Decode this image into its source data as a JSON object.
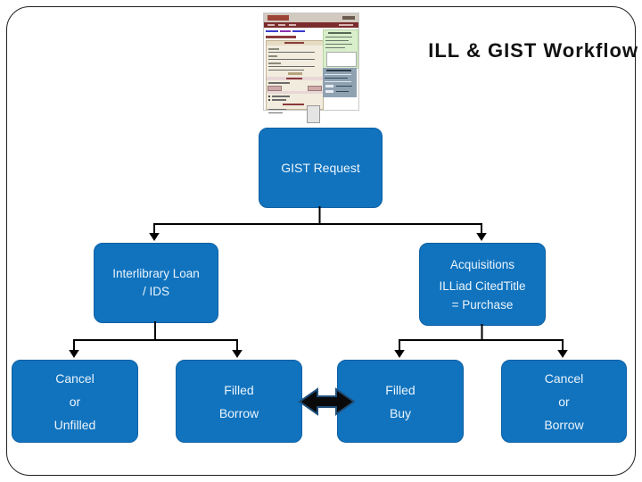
{
  "page_title": "ILL & GIST Workflow",
  "flowchart": {
    "root": {
      "label": "GIST Request"
    },
    "branches": [
      {
        "lines": [
          "Interlibrary Loan",
          "/ IDS"
        ]
      },
      {
        "lines": [
          "Acquisitions",
          "ILLiad CitedTitle",
          "= Purchase"
        ]
      }
    ],
    "outcomes": [
      {
        "lines": [
          "Cancel",
          "or",
          "Unfilled"
        ]
      },
      {
        "lines": [
          "Filled",
          "Borrow"
        ]
      },
      {
        "lines": [
          "Filled",
          "Buy"
        ]
      },
      {
        "lines": [
          "Cancel",
          "or",
          "Borrow"
        ]
      }
    ]
  },
  "colors": {
    "node_fill": "#1173BE",
    "node_border": "#0D5FA3",
    "node_text": "#EAF4FC",
    "connector": "#010101",
    "double_arrow_fill": "#0A0A0A",
    "double_arrow_stroke": "#1F4E79",
    "title_text": "#111111"
  }
}
